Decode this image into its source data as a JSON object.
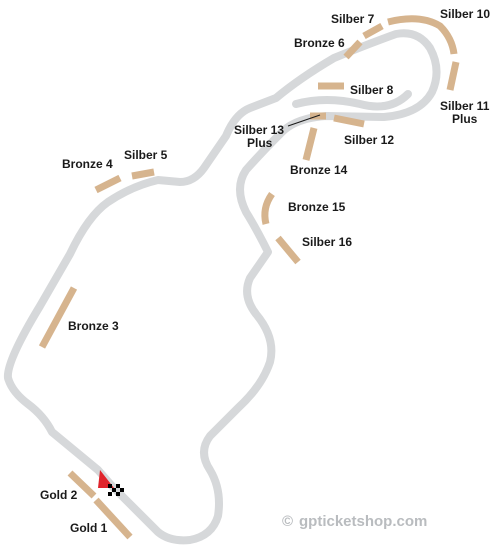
{
  "colors": {
    "track": "#d6d8da",
    "grandstand": "#d6b48e",
    "label_text": "#1a1a1a",
    "start_marker": "#e0242b",
    "watermark": "#b9bcbf"
  },
  "icons": {
    "start_marker": "red-triangle-icon",
    "finish_line": "checkered-flag-icon"
  },
  "grandstands": [
    {
      "id": "gold-1",
      "label": "Gold 1"
    },
    {
      "id": "gold-2",
      "label": "Gold 2"
    },
    {
      "id": "bronze-3",
      "label": "Bronze 3"
    },
    {
      "id": "bronze-4",
      "label": "Bronze 4"
    },
    {
      "id": "silber-5",
      "label": "Silber 5"
    },
    {
      "id": "bronze-6",
      "label": "Bronze 6"
    },
    {
      "id": "silber-7",
      "label": "Silber 7"
    },
    {
      "id": "silber-8",
      "label": "Silber 8"
    },
    {
      "id": "silber-10",
      "label": "Silber 10"
    },
    {
      "id": "silber-11",
      "label_line1": "Silber 11",
      "label_line2": "Plus"
    },
    {
      "id": "silber-12",
      "label": "Silber 12"
    },
    {
      "id": "silber-13",
      "label_line1": "Silber 13",
      "label_line2": "Plus"
    },
    {
      "id": "bronze-14",
      "label": "Bronze 14"
    },
    {
      "id": "bronze-15",
      "label": "Bronze 15"
    },
    {
      "id": "silber-16",
      "label": "Silber 16"
    }
  ],
  "watermark": {
    "symbol": "©",
    "text": "gpticketshop.com"
  }
}
